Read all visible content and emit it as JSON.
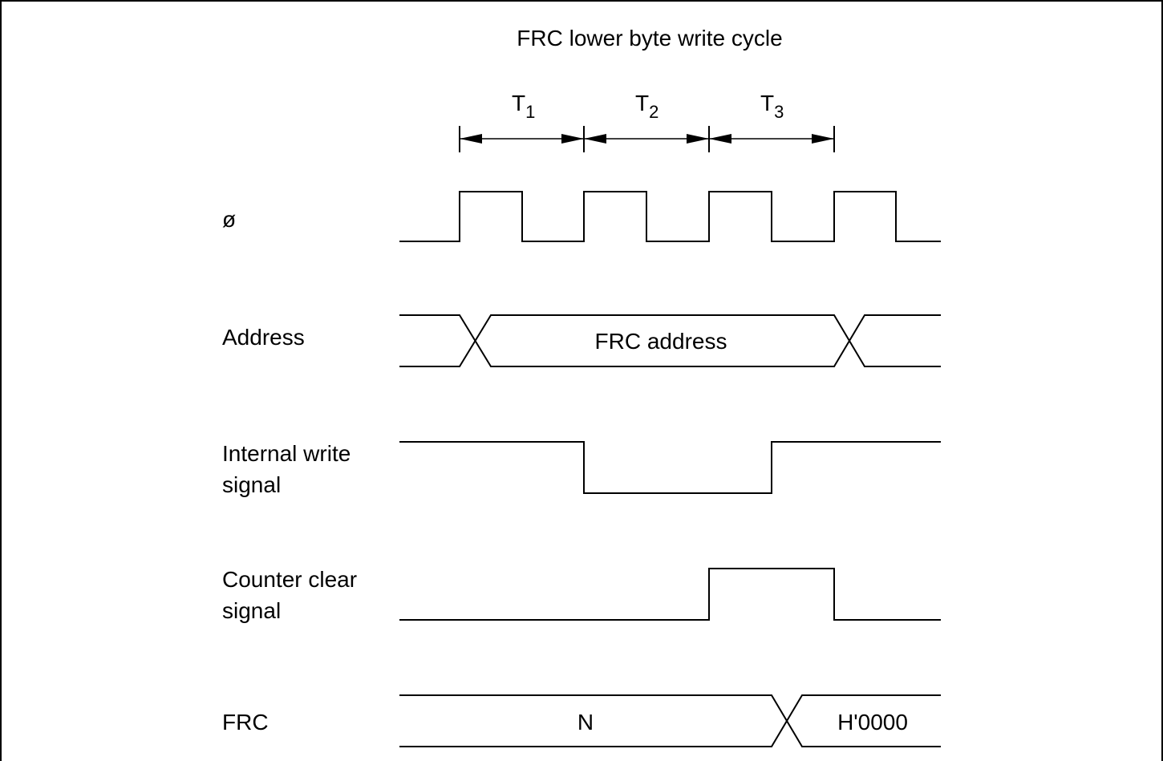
{
  "title": "FRC lower byte write cycle",
  "periods": [
    {
      "base": "T",
      "sub": "1"
    },
    {
      "base": "T",
      "sub": "2"
    },
    {
      "base": "T",
      "sub": "3"
    }
  ],
  "signals": {
    "clock": {
      "label": "ø"
    },
    "address": {
      "label": "Address",
      "bus_value": "FRC address"
    },
    "write": {
      "label_line1": "Internal write",
      "label_line2": "signal"
    },
    "clear": {
      "label_line1": "Counter clear",
      "label_line2": "signal"
    },
    "frc": {
      "label": "FRC",
      "value_before": "N",
      "value_after": "H'0000"
    }
  },
  "colors": {
    "line": "#000000",
    "background": "#ffffff"
  }
}
